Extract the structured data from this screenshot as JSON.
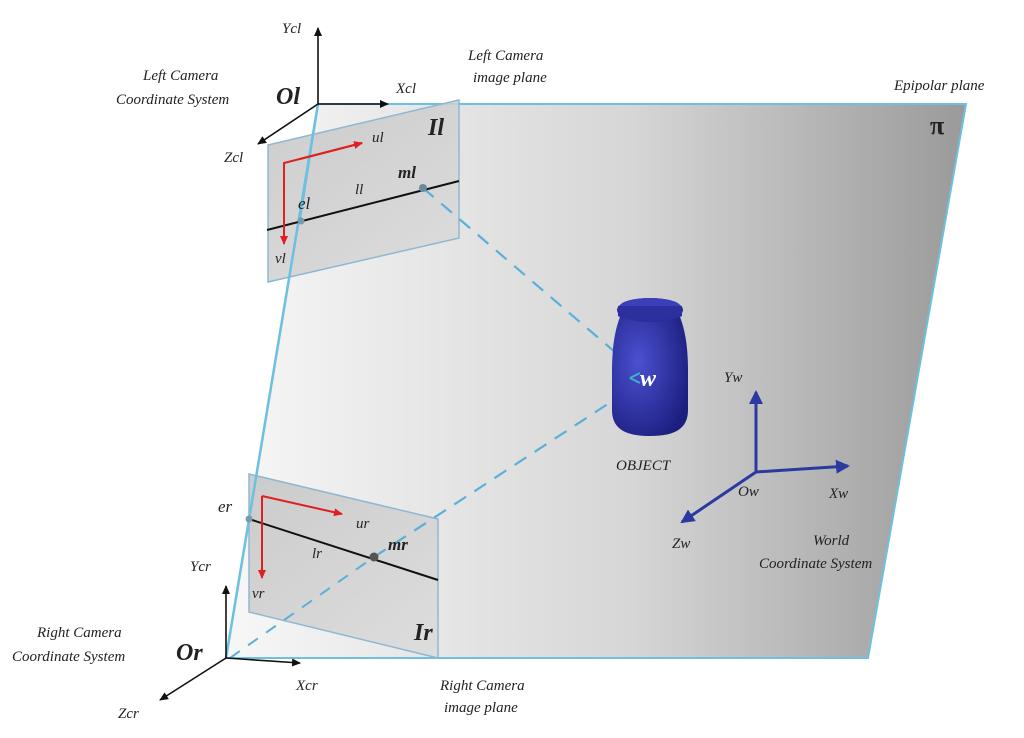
{
  "labels": {
    "y_cl": "Ycl",
    "x_cl": "Xcl",
    "z_cl": "Zcl",
    "o_l": "Ol",
    "left_cam_cs_line1": "Left Camera",
    "left_cam_cs_line2": "Coordinate System",
    "left_img_line1": "Left Camera",
    "left_img_line2": "image plane",
    "epipolar_plane": "Epipolar plane",
    "pi": "π",
    "i_l": "Il",
    "u_l": "ul",
    "v_l": "vl",
    "m_l": "ml",
    "l_l": "ll",
    "e_l": "el",
    "w": "w",
    "object": "OBJECT",
    "y_w": "Yw",
    "x_w": "Xw",
    "o_w": "Ow",
    "z_w": "Zw",
    "world_cs_line1": "World",
    "world_cs_line2": "Coordinate System",
    "e_r": "er",
    "u_r": "ur",
    "m_r": "mr",
    "l_r": "lr",
    "v_r": "vr",
    "i_r": "Ir",
    "y_cr": "Ycr",
    "o_r": "Or",
    "x_cr": "Xcr",
    "z_cr": "Zcr",
    "right_cam_cs_line1": "Right Camera",
    "right_cam_cs_line2": "Coordinate System",
    "right_img_line1": "Right Camera",
    "right_img_line2": "image plane"
  },
  "colors": {
    "plane_edge": "#6cc0e0",
    "image_axes": "#e02020",
    "world_axes": "#2a3aa0",
    "object_body": "#2c2f9e"
  }
}
